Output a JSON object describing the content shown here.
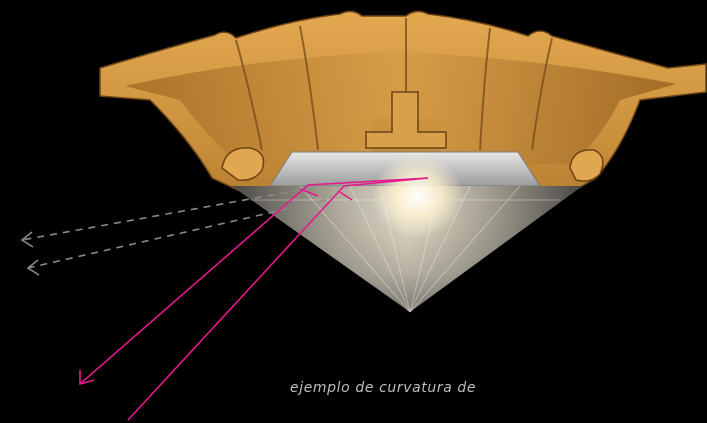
{
  "caption": "ejemplo de curvatura de",
  "colors": {
    "background": "#000000",
    "profile_gold": "#c98e3a",
    "profile_highlight": "#f1bd68",
    "profile_shadow": "#7a4f18",
    "reflector_silver": "#c9c9c9",
    "light_core": "#fff7e0",
    "ray_magenta": "#e6198c",
    "dashed_ray": "#8a8a8a",
    "caption_text": "#bdbdbd"
  },
  "illustration": {
    "subject": "led-profile-cross-section",
    "rays": [
      "reflected-ray",
      "reflected-ray"
    ],
    "scattered_rays": [
      "dashed-ray",
      "dashed-ray"
    ]
  }
}
